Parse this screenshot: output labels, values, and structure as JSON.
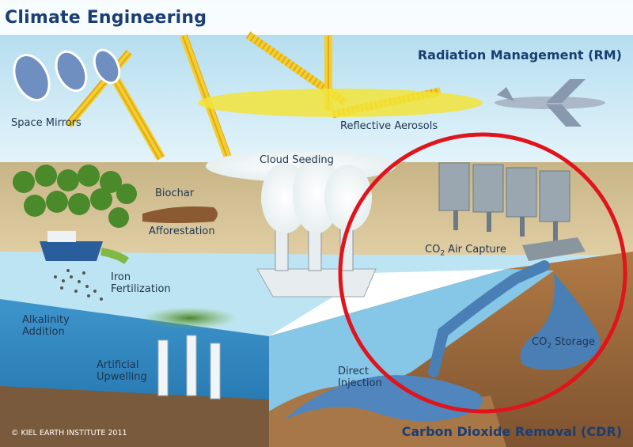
{
  "title": "Climate Engineering",
  "sections": {
    "rm": "Radiation Management (RM)",
    "cdr": "Carbon Dioxide Removal (CDR)"
  },
  "labels": {
    "space_mirrors": "Space Mirrors",
    "reflective_aerosols": "Reflective Aerosols",
    "cloud_seeding": "Cloud Seeding",
    "biochar": "Biochar",
    "afforestation": "Afforestation",
    "iron_fertilization_1": "Iron",
    "iron_fertilization_2": "Fertilization",
    "co2_air_capture_pre": "CO",
    "co2_air_capture_sub": "2",
    "co2_air_capture_post": " Air Capture",
    "alkalinity_1": "Alkalinity",
    "alkalinity_2": "Addition",
    "upwelling_1": "Artificial",
    "upwelling_2": "Upwelling",
    "direct_1": "Direct",
    "direct_2": "Injection",
    "co2_storage_pre": "CO",
    "co2_storage_sub": "2",
    "co2_storage_post": " Storage"
  },
  "copyright": "© KIEL EARTH INSTITUTE 2011",
  "colors": {
    "sky": "#c6e6f2",
    "land": "#d7c29a",
    "sea_surface": "#b9e2f1",
    "ocean_side": "#2f86c0",
    "soil": "#9b6a3c",
    "sun_beam": "#f2cf2d",
    "highlight_ring": "#e0141b",
    "heading": "#1a3e72"
  }
}
